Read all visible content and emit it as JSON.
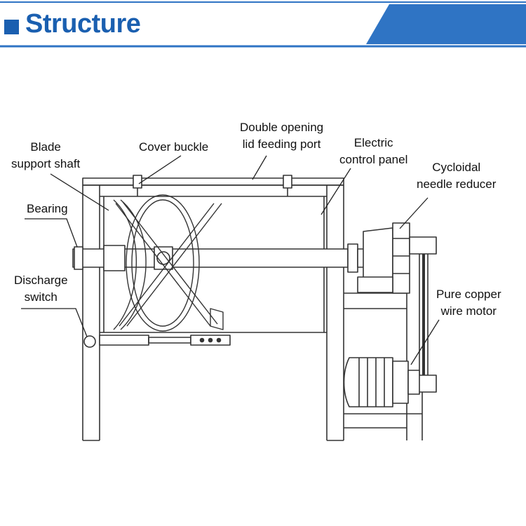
{
  "header": {
    "title": "Structure",
    "accent_color": "#1a5fb0",
    "band_color": "#2f74c4"
  },
  "labels": {
    "blade_support_shaft": "Blade\nsupport shaft",
    "cover_buckle": "Cover buckle",
    "double_opening_lid": "Double opening\nlid feeding port",
    "electric_control_panel": "Electric\ncontrol panel",
    "cycloidal_needle_reducer": "Cycloidal\nneedle reducer",
    "bearing": "Bearing",
    "discharge_switch": "Discharge\nswitch",
    "pure_copper_wire_motor": "Pure copper\nwire motor"
  }
}
